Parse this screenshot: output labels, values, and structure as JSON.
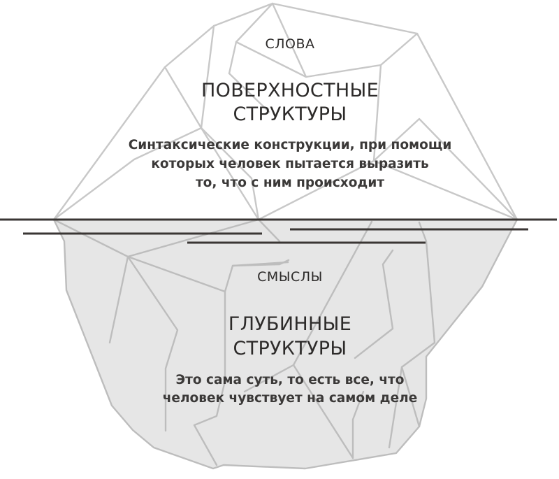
{
  "diagram": {
    "type": "iceberg",
    "surface": {
      "label": "СЛОВА",
      "title_line1": "ПОВЕРХНОСТНЫЕ",
      "title_line2": "СТРУКТУРЫ",
      "desc_line1": "Синтаксические конструкции, при помощи",
      "desc_line2": "которых человек пытается выразить",
      "desc_line3": "то, что с ним происходит"
    },
    "deep": {
      "label": "СМЫСЛЫ",
      "title_line1": "ГЛУБИННЫЕ",
      "title_line2": "СТРУКТУРЫ",
      "desc_line1": "Это сама суть, то есть все, что",
      "desc_line2": "человек чувствует на самом деле"
    },
    "colors": {
      "outline_above": "#c8c8c8",
      "fill_below": "#e6e6e6",
      "outline_below": "#bdbdbd",
      "waterline": "#3a3634",
      "text": "#2d2b2a"
    }
  }
}
